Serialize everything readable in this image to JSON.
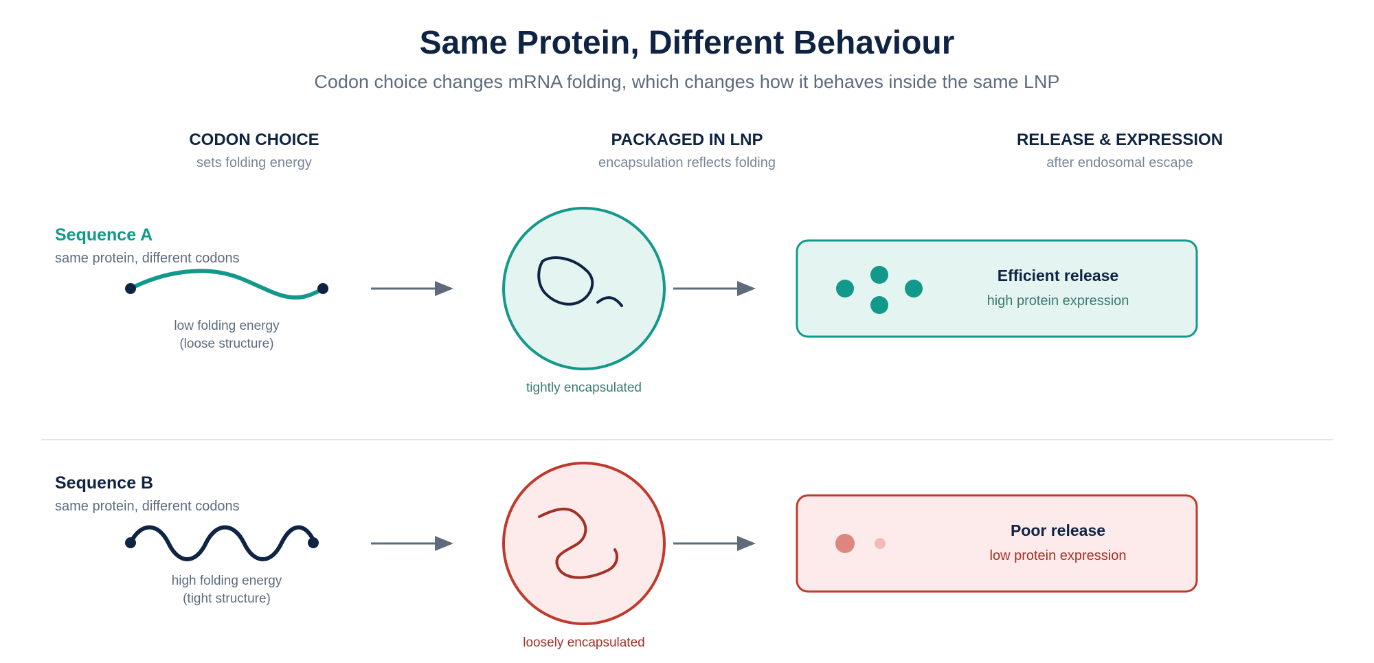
{
  "title": "Same Protein, Different Behaviour",
  "subtitle": "Codon choice changes mRNA folding, which changes how it behaves inside the same LNP",
  "columns": [
    {
      "heading": "CODON CHOICE",
      "subheading": "sets folding energy"
    },
    {
      "heading": "PACKAGED IN LNP",
      "subheading": "encapsulation reflects folding"
    },
    {
      "heading": "RELEASE & EXPRESSION",
      "subheading": "after endosomal escape"
    }
  ],
  "rows": [
    {
      "name": "Sequence A",
      "description": "same protein, different codons",
      "energy_line1": "low folding energy",
      "energy_line2": "(loose structure)",
      "lnp_caption": "tightly encapsulated",
      "outcome_title": "Efficient release",
      "outcome_subtitle": "high protein expression"
    },
    {
      "name": "Sequence B",
      "description": "same protein, different codons",
      "energy_line1": "high folding energy",
      "energy_line2": "(tight structure)",
      "lnp_caption": "loosely encapsulated",
      "outcome_title": "Poor release",
      "outcome_subtitle": "low protein expression"
    }
  ],
  "colors": {
    "teal": "#12998a",
    "teal_fill": "#e4f4f1",
    "red": "#c0392b",
    "red_fill": "#fcebea",
    "navy": "#0f2443",
    "gray": "#5c6b7e",
    "arrow": "#5e6b7b"
  }
}
